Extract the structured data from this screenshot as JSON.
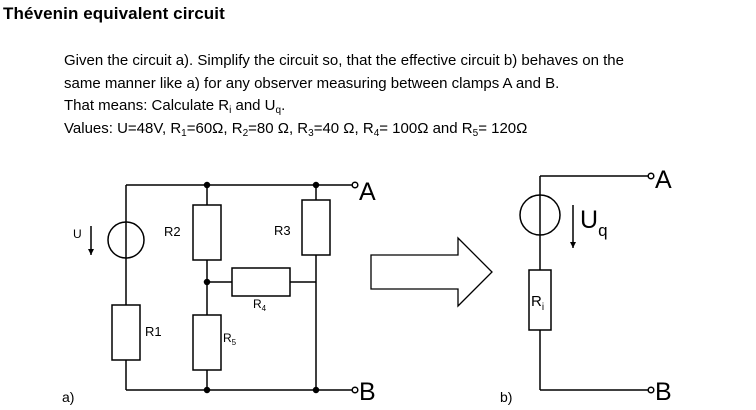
{
  "title": "Thévenin equivalent circuit",
  "problem": {
    "line1": "Given the circuit a).  Simplify the circuit so, that the effective circuit b) behaves on the",
    "line2": "same manner like a) for any observer measuring between clamps A and B.",
    "line3_prefix": "That means: Calculate R",
    "line3_sub1": "i",
    "line3_mid": " and U",
    "line3_sub2": "q",
    "line3_suffix": ".",
    "values": {
      "prefix": "Values: U=48V, R",
      "s1": "1",
      "v1": "=60Ω, R",
      "s2": "2",
      "v2": "=80 Ω, R",
      "s3": "3",
      "v3": "=40 Ω, R",
      "s4": "4",
      "v4": "= 100Ω and R",
      "s5": "5",
      "v5": "= 120Ω"
    }
  },
  "circuit_a": {
    "label": "a)",
    "source_label": "U",
    "r1": "R1",
    "r2": "R2",
    "r3": "R3",
    "r4_main": "R",
    "r4_sub": "4",
    "r5_main": "R",
    "r5_sub": "5",
    "terminal_a": "A",
    "terminal_b": "B"
  },
  "circuit_b": {
    "label": "b)",
    "uq_main": "U",
    "uq_sub": "q",
    "ri_main": "R",
    "ri_sub": "i",
    "terminal_a": "A",
    "terminal_b": "B"
  }
}
